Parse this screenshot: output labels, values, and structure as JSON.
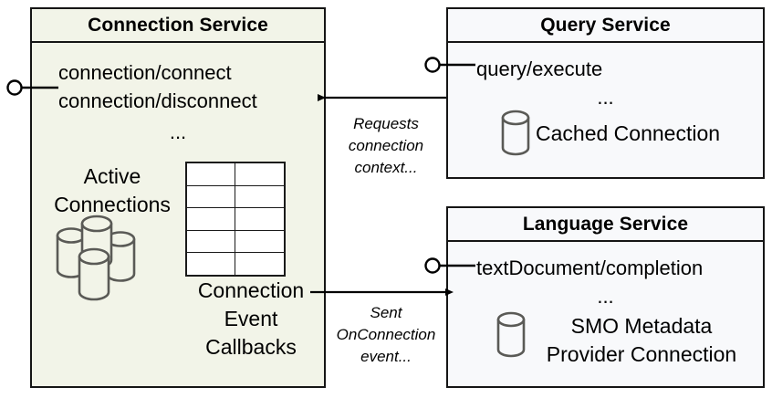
{
  "diagram": {
    "type": "component-diagram",
    "title": "Connection Service interactions",
    "colors": {
      "connection_service_fill": "#f2f4e8",
      "service_fill": "#f8f9fb",
      "stroke": "#151515",
      "icon_stroke": "#5a5a56",
      "background": "#ffffff"
    }
  },
  "components": {
    "connection_service": {
      "title": "Connection Service",
      "api": [
        "connection/connect",
        "connection/disconnect"
      ],
      "ellipsis": "...",
      "active_connections_label_line1": "Active",
      "active_connections_label_line2": "Connections",
      "callbacks_label_line1": "Connection",
      "callbacks_label_line2": "Event",
      "callbacks_label_line3": "Callbacks",
      "icons": {
        "cluster": "database-cluster-icon",
        "table": "table-grid-icon"
      },
      "table": {
        "columns": 2,
        "rows": 5
      }
    },
    "query_service": {
      "title": "Query Service",
      "api": [
        "query/execute"
      ],
      "ellipsis": "...",
      "resource_label": "Cached Connection",
      "icons": {
        "cylinder": "database-icon"
      }
    },
    "language_service": {
      "title": "Language Service",
      "api": [
        "textDocument/completion"
      ],
      "ellipsis": "...",
      "resource_label_line1": "SMO Metadata",
      "resource_label_line2": "Provider Connection",
      "icons": {
        "cylinder": "database-icon"
      }
    }
  },
  "connectors": {
    "requests": {
      "line1": "Requests",
      "line2": "connection",
      "line3": "context...",
      "direction": "query-service-to-connection-service"
    },
    "sent_event": {
      "line1": "Sent",
      "line2": "OnConnection",
      "line3": "event...",
      "direction": "connection-service-to-language-service"
    },
    "provided_interfaces": [
      {
        "name": "connection-service-interface"
      },
      {
        "name": "query-service-interface"
      },
      {
        "name": "language-service-interface"
      }
    ]
  }
}
